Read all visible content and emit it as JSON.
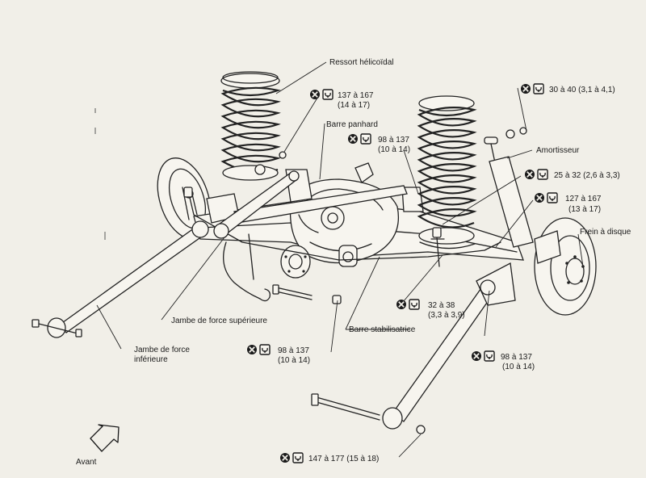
{
  "labels": {
    "ressort": "Ressort hélicoïdal",
    "barre_panhard": "Barre panhard",
    "amortisseur": "Amortisseur",
    "frein": "Frein à disque",
    "jambe_sup": "Jambe de force supérieure",
    "jambe_inf_1": "Jambe de force",
    "jambe_inf_2": "inférieure",
    "barre_stab": "Barre stabilisatrice",
    "avant": "Avant"
  },
  "torques": {
    "t1": {
      "line1": "137 à 167",
      "line2": "(14 à 17)"
    },
    "t2": {
      "line1": "98 à 137",
      "line2": "(10 à 14)"
    },
    "t3": {
      "line1": "30 à 40 (3,1 à 4,1)"
    },
    "t4": {
      "line1": "25 à 32 (2,6 à 3,3)"
    },
    "t5": {
      "line1": "127 à 167",
      "line2": "(13 à 17)"
    },
    "t6": {
      "line1": "32 à 38",
      "line2": "(3,3 à 3,9)"
    },
    "t7": {
      "line1": "98 à 137",
      "line2": "(10 à 14)"
    },
    "t8": {
      "line1": "98 à 137",
      "line2": "(10 à 14)"
    },
    "t9": {
      "line1": "147 à 177 (15 à 18)"
    }
  },
  "icons": {
    "tighten": "crossed-circle-torque-icon",
    "wrench": "wrench-torque-icon",
    "direction": "front-arrow-icon"
  },
  "colors": {
    "paper": "#f1efe8",
    "ink": "#1a1a1a"
  }
}
